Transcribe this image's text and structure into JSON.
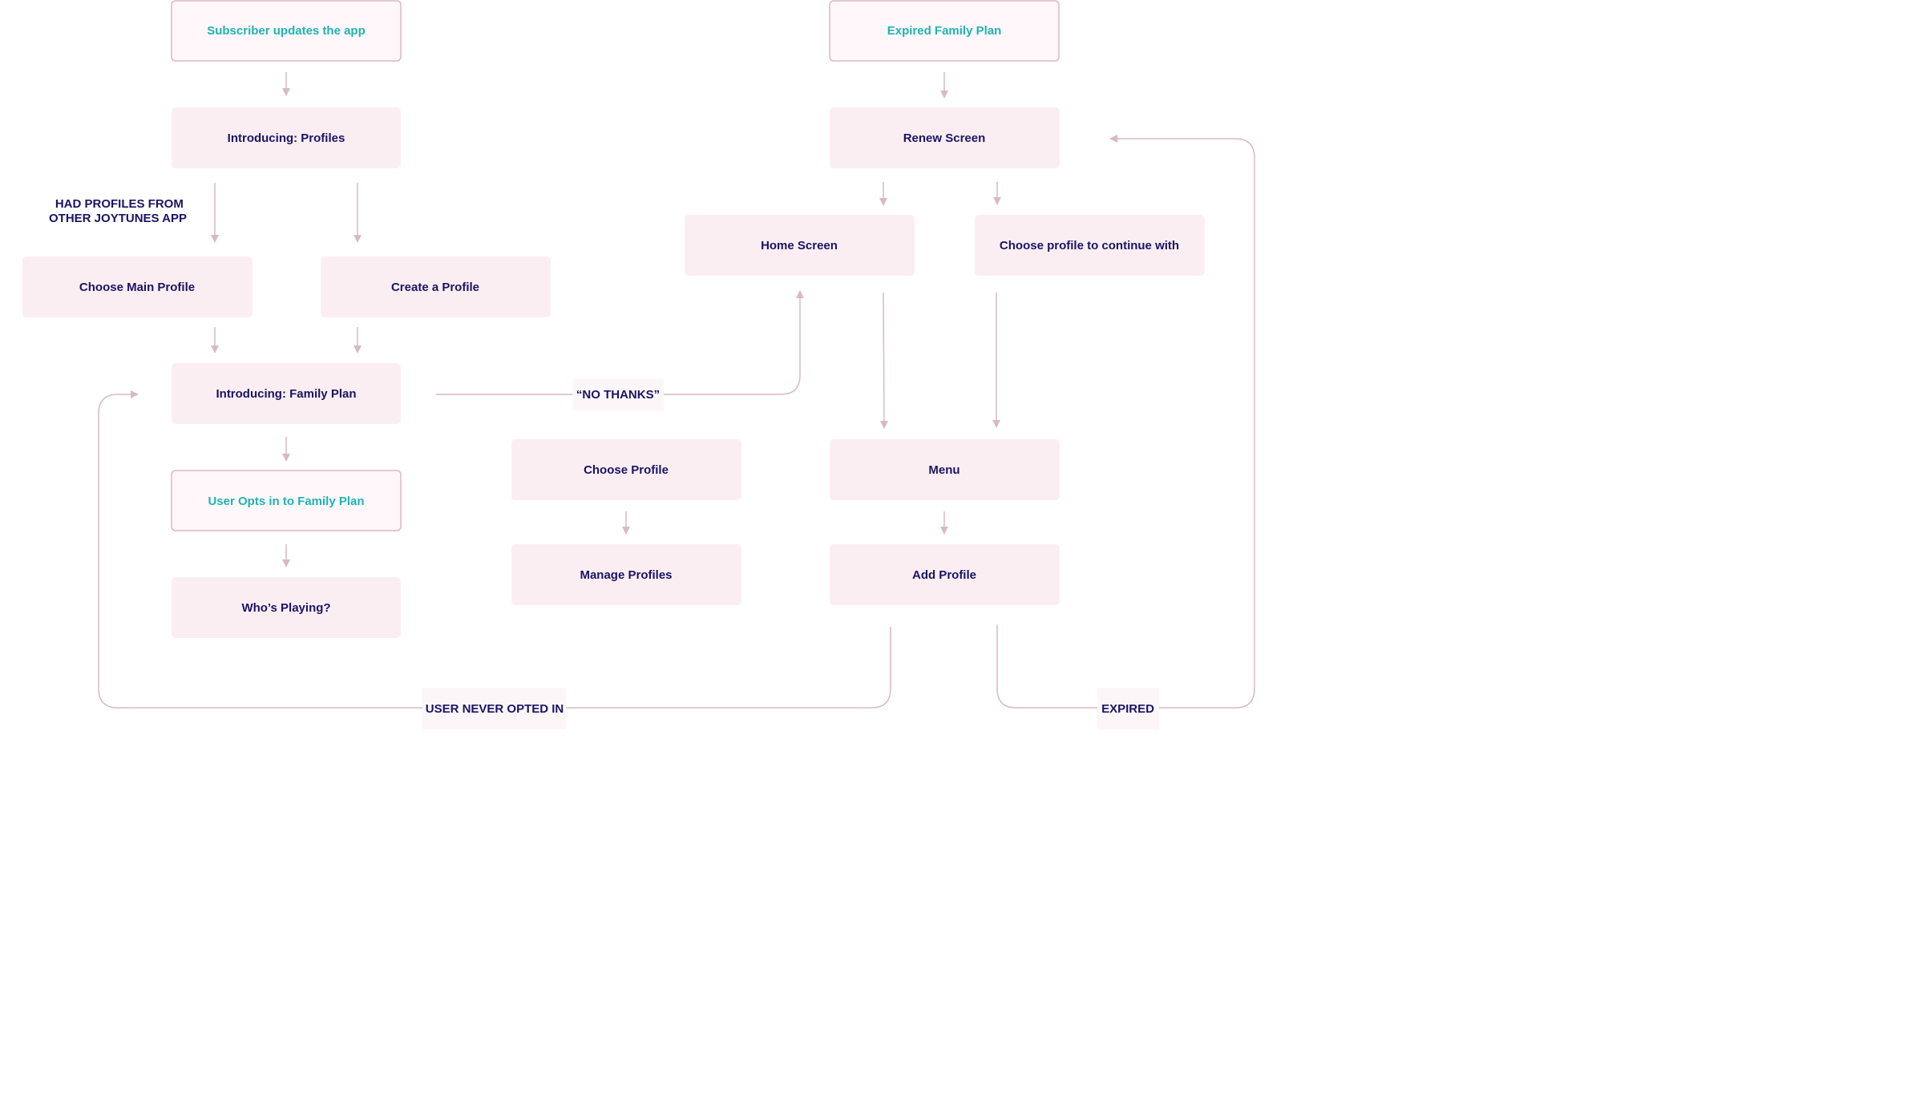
{
  "colors": {
    "event_text": "#1fb3b3",
    "screen_text": "#1a1464",
    "event_fill": "#fff7f9",
    "event_stroke": "#dcb8c6",
    "screen_fill": "#fbeef2",
    "connector": "#d8b9c6"
  },
  "nodes": {
    "subscriber_updates": "Subscriber updates the app",
    "introducing_profiles": "Introducing: Profiles",
    "choose_main_profile": "Choose Main Profile",
    "create_profile": "Create a Profile",
    "introducing_family_plan": "Introducing: Family Plan",
    "user_opts_in": "User Opts in to Family Plan",
    "whos_playing": "Who’s Playing?",
    "choose_profile": "Choose Profile",
    "manage_profiles": "Manage Profiles",
    "expired_family_plan": "Expired Family Plan",
    "renew_screen": "Renew Screen",
    "home_screen": "Home Screen",
    "choose_profile_continue": "Choose profile to continue with",
    "menu": "Menu",
    "add_profile": "Add Profile"
  },
  "edge_labels": {
    "had_profiles_line1": "HAD PROFILES FROM",
    "had_profiles_line2": "OTHER JOYTUNES APP",
    "no_thanks": "“NO THANKS”",
    "user_never_opted_in": "USER NEVER OPTED IN",
    "expired": "EXPIRED"
  }
}
